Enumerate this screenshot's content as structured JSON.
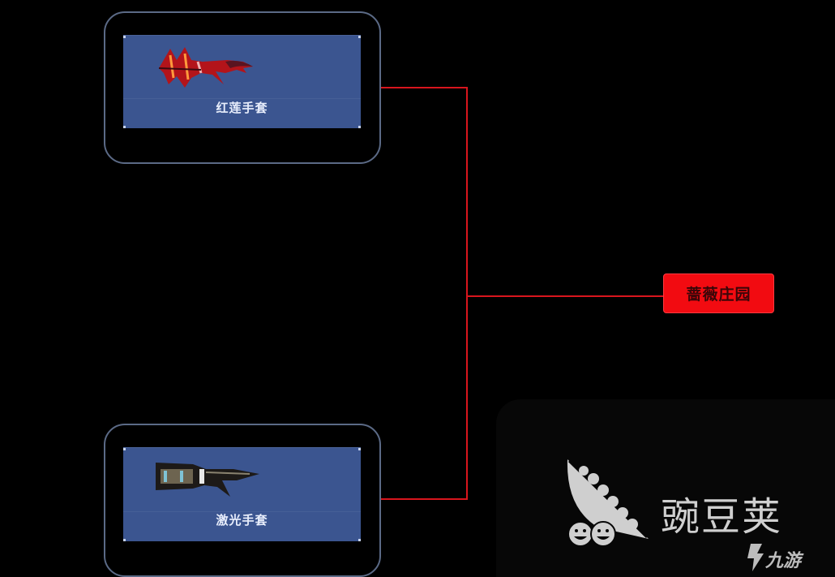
{
  "diagram": {
    "type": "item-synthesis-tree",
    "source_items": [
      {
        "label": "红莲手套",
        "icon": "red-spiked-gauntlet-icon"
      },
      {
        "label": "激光手套",
        "icon": "dark-mechanical-gauntlet-icon"
      }
    ],
    "target": {
      "label": "蔷薇庄园"
    },
    "colors": {
      "background": "#000000",
      "frame_border": "#5b6a86",
      "card_fill": "#3b5590",
      "connector": "#d8151d",
      "target_fill": "#f20b11"
    }
  },
  "watermark": {
    "brand": "豌豆荚",
    "sub_brand": "九游",
    "logo": "pea-pod-logo-icon",
    "sub_logo": "nine-game-logo-icon"
  }
}
